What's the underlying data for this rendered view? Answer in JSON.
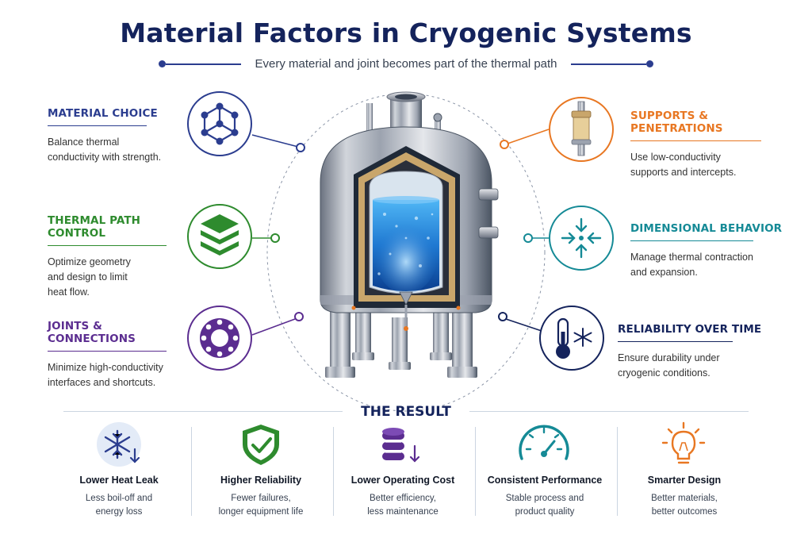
{
  "header": {
    "title": "Material Factors in Cryogenic Systems",
    "subtitle": "Every material and joint becomes part of the thermal path"
  },
  "colors": {
    "navy": "#14235c",
    "blue": "#2b3d8f",
    "green": "#2e8b2e",
    "purple": "#5b2d90",
    "orange": "#e87722",
    "teal": "#158a96"
  },
  "features_left": [
    {
      "title": "MATERIAL CHOICE",
      "text": [
        "Balance thermal",
        "conductivity with strength."
      ],
      "icon": "molecule-icon"
    },
    {
      "title": "THERMAL PATH CONTROL",
      "text": [
        "Optimize geometry",
        "and design to limit",
        "heat flow."
      ],
      "icon": "layers-icon"
    },
    {
      "title": "JOINTS & CONNECTIONS",
      "text": [
        "Minimize high-conductivity",
        "interfaces and shortcuts."
      ],
      "icon": "flange-icon"
    }
  ],
  "features_right": [
    {
      "title": "SUPPORTS & PENETRATIONS",
      "text": [
        "Use low-conductivity",
        "supports and intercepts."
      ],
      "icon": "support-icon"
    },
    {
      "title": "DIMENSIONAL BEHAVIOR",
      "text": [
        "Manage thermal contraction",
        "and expansion."
      ],
      "icon": "contraction-icon"
    },
    {
      "title": "RELIABILITY OVER TIME",
      "text": [
        "Ensure durability under",
        "cryogenic conditions."
      ],
      "icon": "thermometer-snowflake-icon"
    }
  ],
  "result": {
    "heading": "THE RESULT",
    "items": [
      {
        "title": "Lower Heat Leak",
        "text": [
          "Less boil-off and",
          "energy loss"
        ],
        "icon": "snowflake-down-icon"
      },
      {
        "title": "Higher Reliability",
        "text": [
          "Fewer failures,",
          "longer equipment life"
        ],
        "icon": "shield-check-icon"
      },
      {
        "title": "Lower Operating Cost",
        "text": [
          "Better efficiency,",
          "less maintenance"
        ],
        "icon": "coins-down-icon"
      },
      {
        "title": "Consistent Performance",
        "text": [
          "Stable process and",
          "product quality"
        ],
        "icon": "gauge-icon"
      },
      {
        "title": "Smarter Design",
        "text": [
          "Better materials,",
          "better outcomes"
        ],
        "icon": "lightbulb-icon"
      }
    ]
  }
}
